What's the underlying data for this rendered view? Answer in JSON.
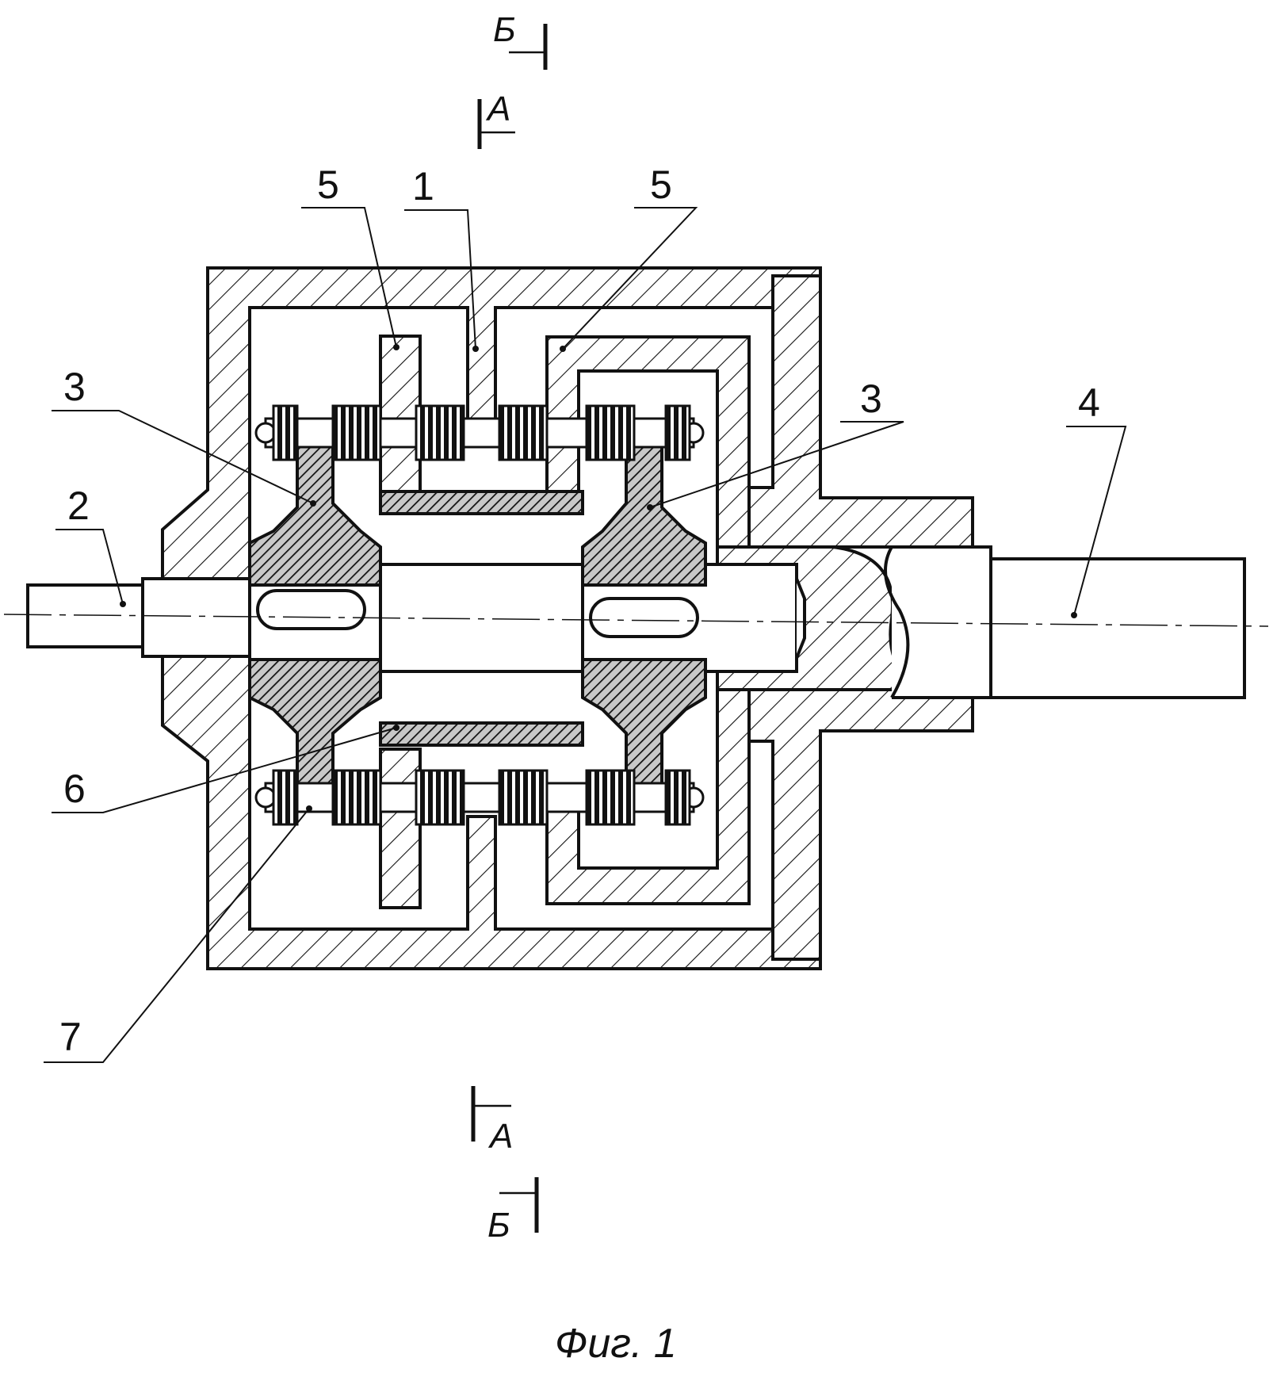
{
  "section_marks": {
    "b_top": "Б",
    "a_top": "А",
    "a_bottom": "А",
    "b_bottom": "Б"
  },
  "labels": {
    "n1": "1",
    "n2": "2",
    "n3_left": "3",
    "n3_right": "3",
    "n4": "4",
    "n5_left": "5",
    "n5_right": "5",
    "n6": "6",
    "n7": "7"
  },
  "caption": "Фиг. 1",
  "colors": {
    "line": "#111111",
    "paper": "#ffffff"
  }
}
